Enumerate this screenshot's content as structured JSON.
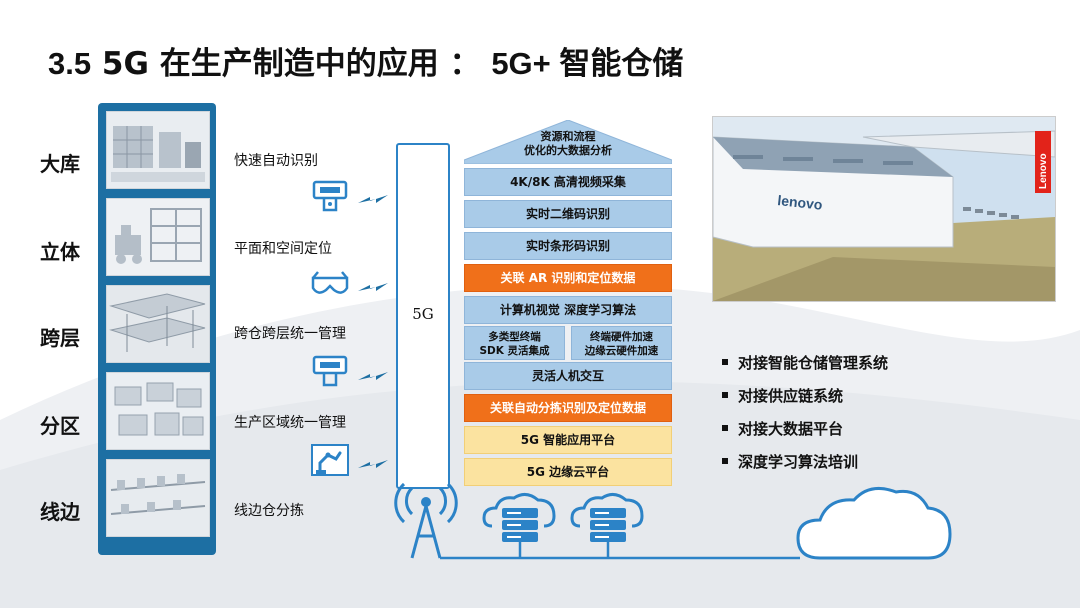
{
  "title": {
    "number": "3.5",
    "text": "5G 在生产制造中的应用 ：",
    "highlight": "5G+ 智能仓储"
  },
  "scenes": [
    {
      "label": "大库",
      "function": "快速自动识别"
    },
    {
      "label": "立体",
      "function": "平面和空间定位"
    },
    {
      "label": "跨层",
      "function": "跨仓跨层统一管理"
    },
    {
      "label": "分区",
      "function": "生产区域统一管理"
    },
    {
      "label": "线边",
      "function": "线边仓分拣"
    }
  ],
  "network_column": "5G",
  "stack": {
    "roof": [
      "资源和流程",
      "优化的大数据分析"
    ],
    "layers": [
      "4K/8K 高清视频采集",
      "实时二维码识别",
      "实时条形码识别",
      "关联 AR 识别和定位数据",
      "计算机视觉 深度学习算法"
    ],
    "split_left": [
      "多类型终端",
      "SDK 灵活集成"
    ],
    "split_right": [
      "终端硬件加速",
      "边缘云硬件加速"
    ],
    "layers_lower": [
      "灵活人机交互",
      "关联自动分拣识别及定位数据",
      "5G 智能应用平台",
      "5G 边缘云平台"
    ]
  },
  "photo": {
    "sign": "Lenovo",
    "building_logo": "lenovo"
  },
  "bullets": [
    "对接智能仓储管理系统",
    "对接供应链系统",
    "对接大数据平台",
    "深度学习算法培训"
  ],
  "colors": {
    "accent_blue": "#1d6fa3",
    "layer_blue": "#a9cbe8",
    "highlight_orange": "#f0701a",
    "platform_yellow": "#fbe3a0",
    "icon_blue": "#2c83c7"
  }
}
